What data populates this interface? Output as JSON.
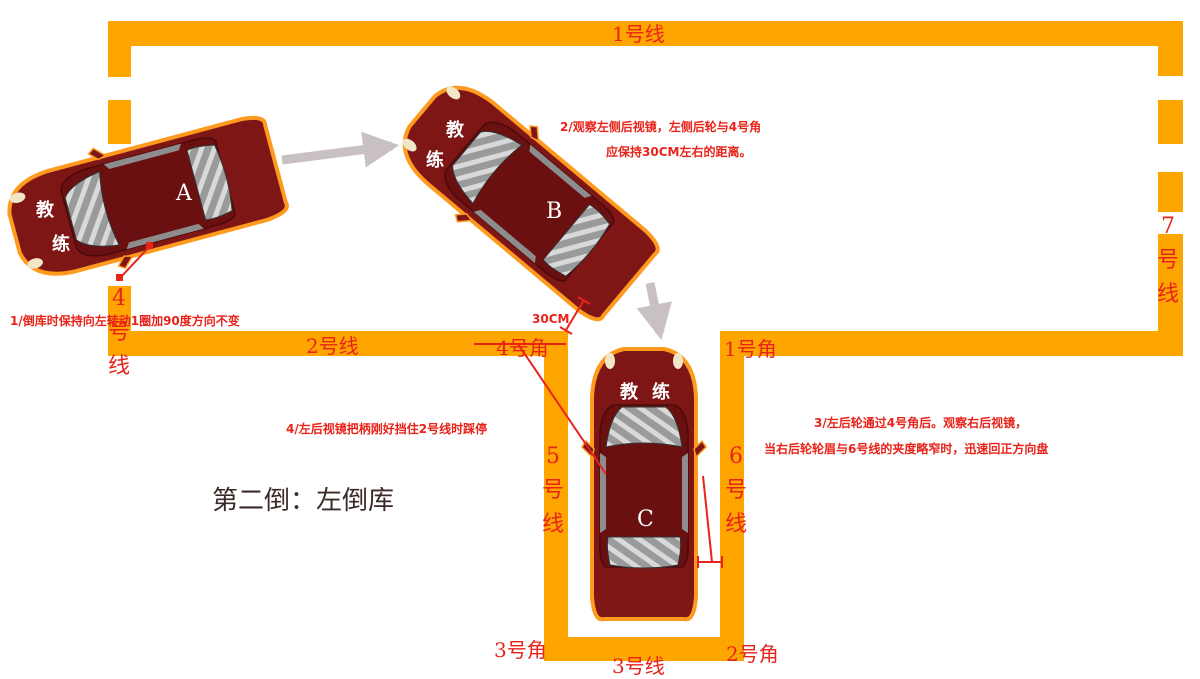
{
  "lines": {
    "line1": "1号线",
    "line2": "2号线",
    "line3": "3号线",
    "line4": [
      "4",
      "号",
      "线"
    ],
    "line5": [
      "5",
      "号",
      "线"
    ],
    "line6": [
      "6",
      "号",
      "线"
    ],
    "line7": [
      "7",
      "号",
      "线"
    ]
  },
  "corners": {
    "corner1": "1号角",
    "corner2": "2号角",
    "corner3": "3号角",
    "corner4": "4号角"
  },
  "distance_label": "30CM",
  "notes": {
    "step1": "1/倒库时保持向左转动1圈加90度方向不变",
    "step2_line1": "2/观察左侧后视镜，左侧后轮与4号角",
    "step2_line2": "应保持30CM左右的距离。",
    "step3_line1": "3/左后轮通过4号角后。观察右后视镜，",
    "step3_line2": "当右后轮轮眉与6号线的夹度略窄时，迅速回正方向盘",
    "step4": "4/左后视镜把柄刚好挡住2号线时踩停"
  },
  "title": "第二倒：左倒库",
  "cars": [
    {
      "id": "A",
      "label": "A",
      "sign": [
        "教",
        "练"
      ]
    },
    {
      "id": "B",
      "label": "B",
      "sign": [
        "教",
        "练"
      ]
    },
    {
      "id": "C",
      "label": "C",
      "sign": [
        "教",
        "练"
      ]
    }
  ],
  "colors": {
    "line_orange": "#ffa500",
    "car_body": "#7e1616",
    "car_outline": "#ff9a1f",
    "annotation_red": "#e8231a",
    "arrow_grey": "#c9c1c1"
  }
}
